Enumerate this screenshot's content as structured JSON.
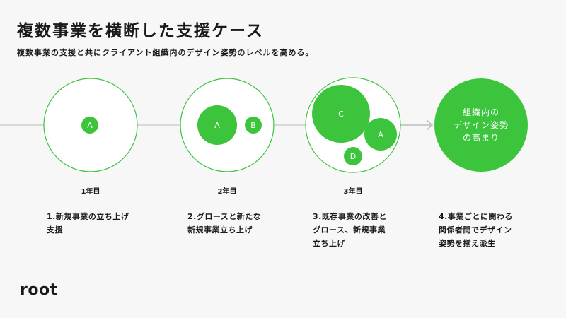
{
  "title": "複数事業を横断した支援ケース",
  "subtitle": "複数事業の支援と共にクライアント組織内のデザイン姿勢のレベルを高める。",
  "colors": {
    "accent": "#3cc43c",
    "outline": "#3cc43c",
    "line": "#cfcfcf",
    "arrow": "#bdbdbd"
  },
  "stages": [
    {
      "year": "1年目",
      "description": "1.新規事業の立ち上げ\n支援",
      "bubbles": [
        "A"
      ]
    },
    {
      "year": "2年目",
      "description": "2.グロースと新たな\n新規事業立ち上げ",
      "bubbles": [
        "A",
        "B"
      ]
    },
    {
      "year": "3年目",
      "description": "3.既存事業の改善と\nグロース、新規事業\n立ち上げ",
      "bubbles": [
        "C",
        "A",
        "D"
      ]
    },
    {
      "year": "",
      "description": "4.事業ごとに関わる\n関係者間でデザイン\n姿勢を揃え派生",
      "center_text": [
        "組織内の",
        "デザイン姿勢",
        "の高まり"
      ]
    }
  ],
  "logo": "root"
}
